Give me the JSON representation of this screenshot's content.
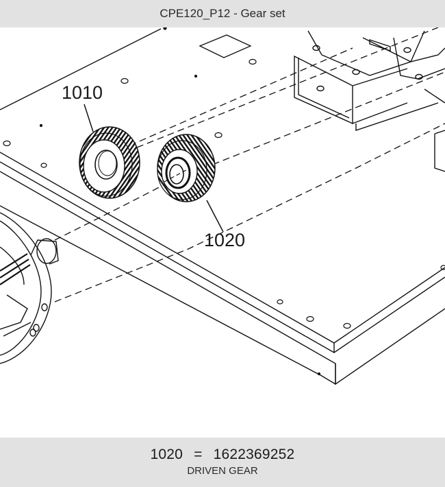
{
  "header": {
    "title": "CPE120_P12 - Gear set"
  },
  "drawing": {
    "callouts": [
      {
        "number": "1010"
      },
      {
        "number": "1020"
      }
    ]
  },
  "selected_part": {
    "item_number": "1020",
    "separator": "=",
    "part_number": "1622369252",
    "description": "DRIVEN GEAR"
  }
}
